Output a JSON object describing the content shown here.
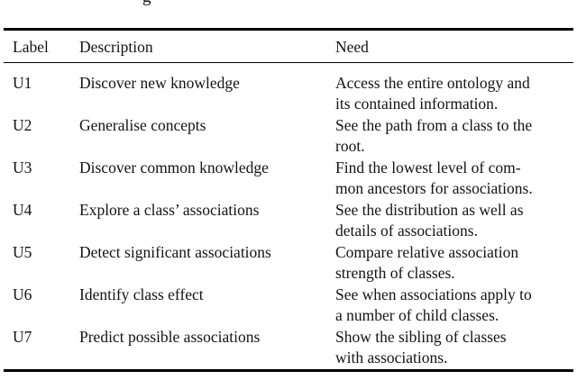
{
  "page": {
    "background_color": "#ffffff",
    "text_color": "#141414",
    "rule_color": "#000000",
    "cropped_caption_fragment": "g"
  },
  "table": {
    "headers": [
      "Label",
      "Description",
      "Need"
    ],
    "rows": [
      {
        "label": "U1",
        "description": "Discover new knowledge",
        "need_lines": [
          "Access the entire ontology and",
          "its contained information."
        ]
      },
      {
        "label": "U2",
        "description": "Generalise concepts",
        "need_lines": [
          "See the path from a class to the",
          "root."
        ]
      },
      {
        "label": "U3",
        "description": "Discover common knowledge",
        "need_lines": [
          "Find the lowest level of com-",
          "mon ancestors for associations."
        ]
      },
      {
        "label": "U4",
        "description": "Explore a class’ associations",
        "need_lines": [
          "See the distribution as well as",
          "details of associations."
        ]
      },
      {
        "label": "U5",
        "description": "Detect significant associations",
        "need_lines": [
          "Compare relative association",
          "strength of classes."
        ]
      },
      {
        "label": "U6",
        "description": "Identify class effect",
        "need_lines": [
          "See when associations apply to",
          "a number of child classes."
        ]
      },
      {
        "label": "U7",
        "description": "Predict possible associations",
        "need_lines": [
          "Show the sibling of classes",
          "with associations."
        ]
      }
    ]
  }
}
